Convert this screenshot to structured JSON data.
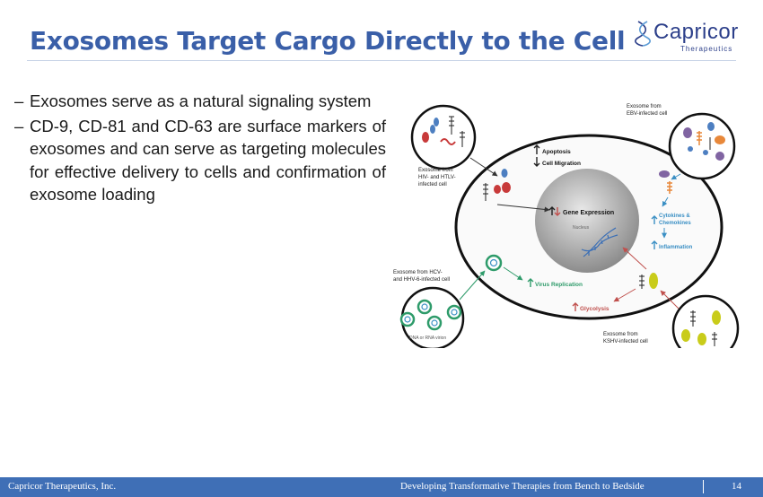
{
  "slide": {
    "title": "Exosomes Target Cargo Directly to the Cell",
    "bullets": [
      "Exosomes serve as a natural signaling system",
      "CD-9, CD-81 and CD-63 are surface markers of exosomes and can serve as targeting molecules for effective delivery to cells and confirmation of exosome loading"
    ],
    "bullet_marker": "–"
  },
  "logo": {
    "name": "Capricor",
    "subtitle": "Therapeutics",
    "color": "#2c3f8a"
  },
  "diagram": {
    "labels": {
      "hiv": [
        "Exosome from",
        "HIV- and HTLV-",
        "infected cell"
      ],
      "ebv": [
        "Exosome from",
        "EBV-infected cell"
      ],
      "hcv": [
        "Exosome from HCV-",
        "and HHV-6-infected cell"
      ],
      "kshv": [
        "Exosome from",
        "KSHV-infected cell"
      ],
      "virion": "DNA or RNA virion",
      "apoptosis": "Apoptosis",
      "cell_migration": "Cell Migration",
      "gene_expression": "Gene Expression",
      "nucleus": "Nucleus",
      "cytokines": [
        "Cytokines &",
        "Chemokines"
      ],
      "inflammation": "Inflammation",
      "virus_replication": "Virus Replication",
      "glycolysis": "Glycolysis"
    }
  },
  "footer": {
    "company": "Capricor Therapeutics, Inc.",
    "tagline": "Developing Transformative Therapies from Bench to Bedside",
    "page": "14",
    "color": "#3f6fb6"
  }
}
